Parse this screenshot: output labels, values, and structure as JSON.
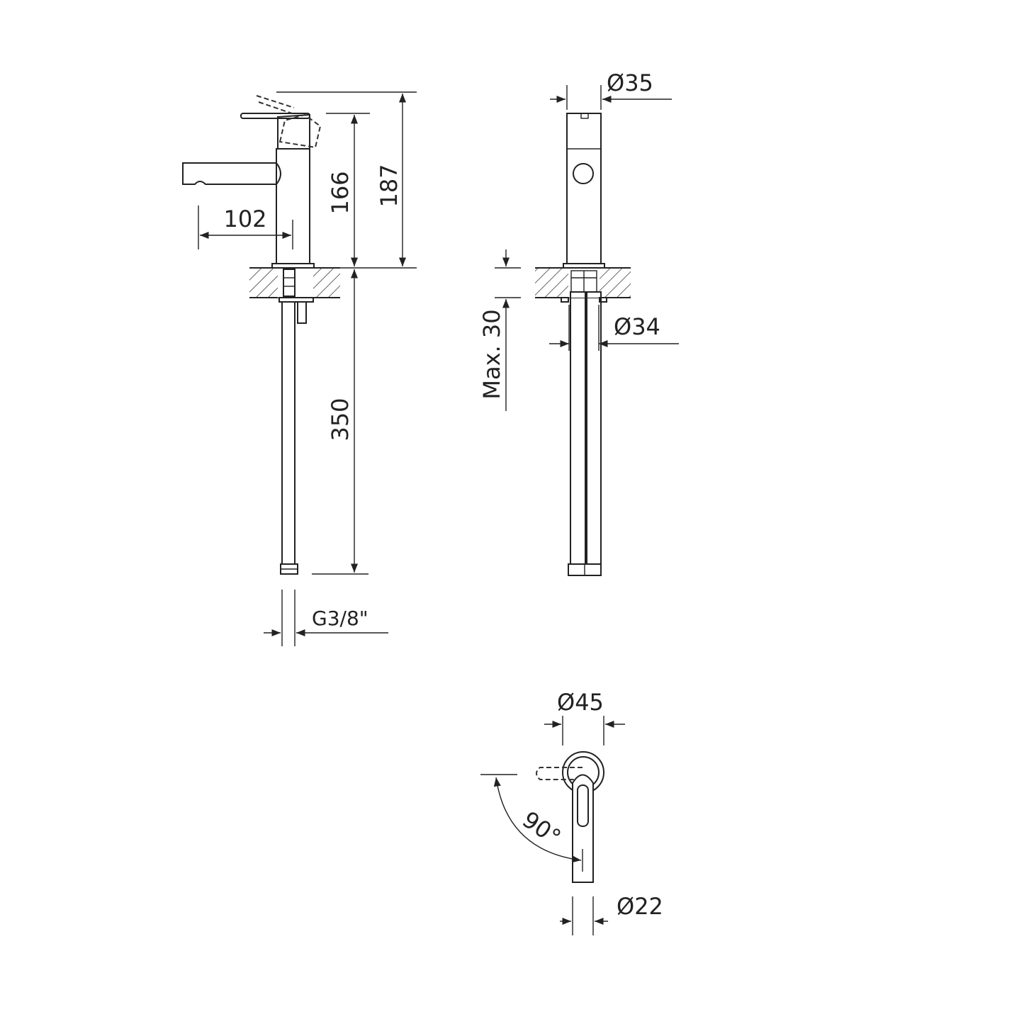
{
  "side_view": {
    "dim_height_body": "166",
    "dim_height_total": "187",
    "dim_spout_reach": "102",
    "dim_hose_length": "350",
    "dim_connection": "G3/8\""
  },
  "front_view": {
    "dim_body_diameter": "Ø35",
    "dim_hole_diameter": "Ø34",
    "dim_max_thickness": "Max. 30"
  },
  "top_view": {
    "dim_base_diameter": "Ø45",
    "dim_spout_diameter": "Ø22",
    "dim_lever_angle": "90°"
  },
  "colors": {
    "line": "#222222",
    "background": "#ffffff"
  }
}
